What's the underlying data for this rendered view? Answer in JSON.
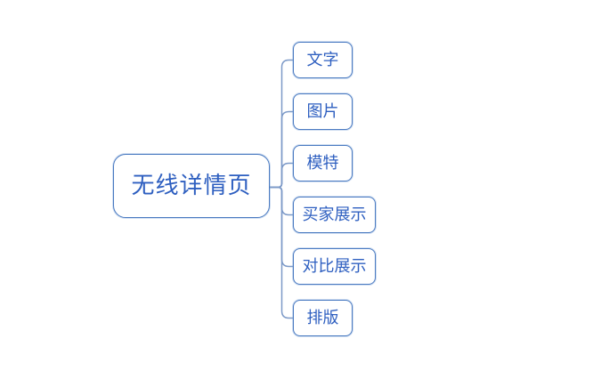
{
  "diagram": {
    "type": "mindmap",
    "root": {
      "label": "无线详情页"
    },
    "children": [
      {
        "label": "文字"
      },
      {
        "label": "图片"
      },
      {
        "label": "模特"
      },
      {
        "label": "买家展示"
      },
      {
        "label": "对比展示"
      },
      {
        "label": "排版"
      }
    ]
  },
  "colors": {
    "canvas-bg": "#ffffff",
    "node-bg": "#ffffff",
    "node-border": "#4a7ac1",
    "node-text": "#2e5fc0",
    "connector": "#7d9ac8"
  }
}
